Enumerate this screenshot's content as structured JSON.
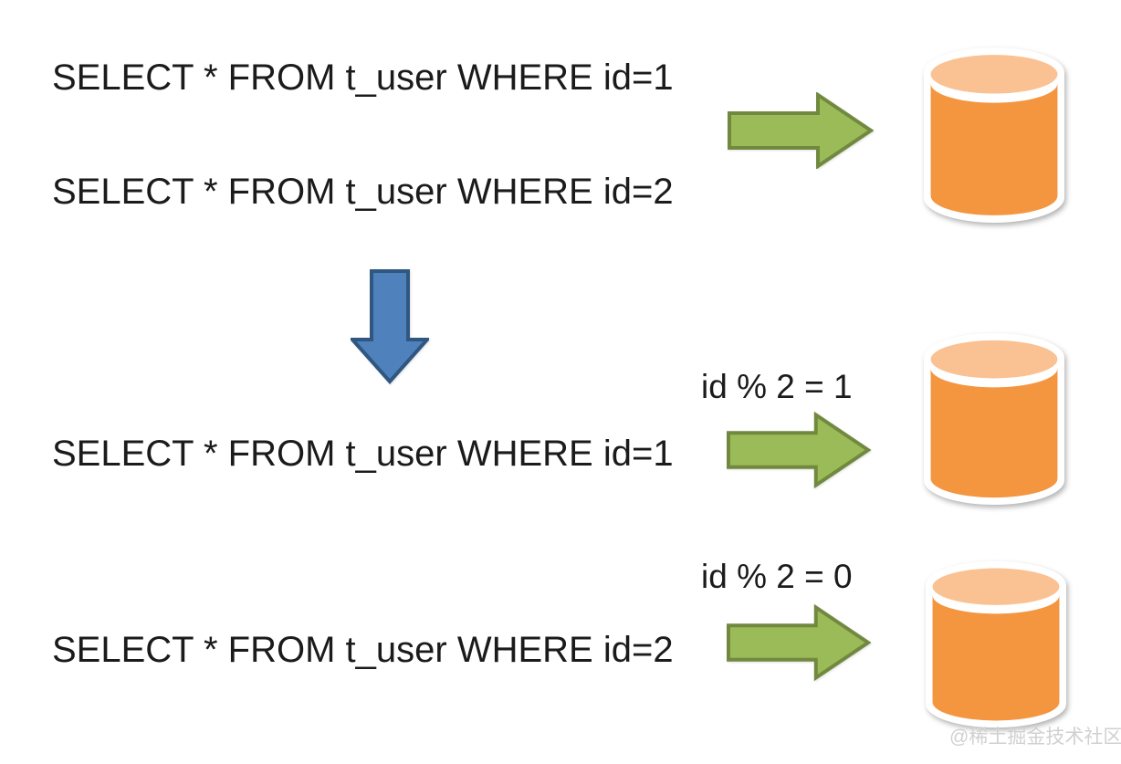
{
  "colors": {
    "background": "#ffffff",
    "text": "#1b1b1b",
    "green_arrow_fill": "#9BBB59",
    "green_arrow_stroke": "#71893F",
    "blue_arrow_fill": "#4F81BD",
    "blue_arrow_stroke": "#2F5780",
    "db_body": "#F4953F",
    "db_top": "#FAC192",
    "db_outline": "#FFFFFF",
    "watermark_color": "#CDCDCD"
  },
  "before": {
    "query1": "SELECT * FROM t_user WHERE id=1",
    "query2": "SELECT * FROM t_user WHERE id=2"
  },
  "after": {
    "query1": "SELECT * FROM t_user WHERE id=1",
    "rule1": "id % 2 = 1",
    "query2": "SELECT * FROM t_user WHERE id=2",
    "rule2": "id % 2 = 0"
  },
  "watermark": "@稀土掘金技术社区"
}
